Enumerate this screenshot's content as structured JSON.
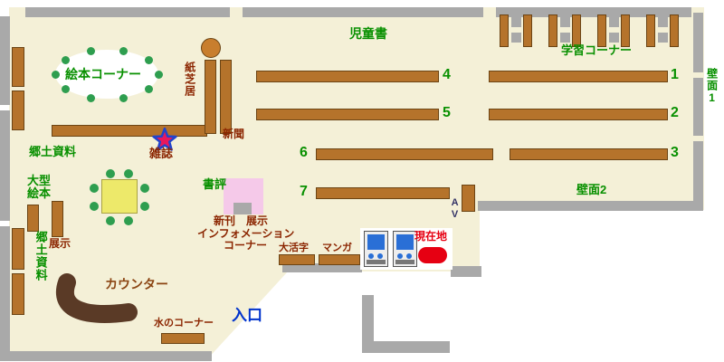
{
  "map": {
    "areas": {
      "jidosho": "児童書",
      "gakushu_corner": "学習コーナー",
      "ehon_corner": "絵本コーナー",
      "kamishibai": "紙芝居",
      "shinbun": "新聞",
      "zasshi": "雑誌",
      "kyodo_shiryo_upper": "郷土資料",
      "ogata_ehon": "大型絵本",
      "tenji": "展示",
      "kyodo_shiryo_lower": "郷土資料",
      "shohyo": "書評",
      "shinkan_tenji": "新刊　展示",
      "information_line1": "インフォメーション",
      "information_line2": "コーナー",
      "daikatsuji": "大活字",
      "manga": "マンガ",
      "av": "AV",
      "counter": "カウンター",
      "mizu_corner": "水のコーナー",
      "entrance": "入口",
      "genzaichi": "現在地",
      "hekimen_1": "壁面1",
      "hekimen_2": "壁面2"
    },
    "shelf_numbers": {
      "n1": "1",
      "n2": "2",
      "n3": "3",
      "n4": "4",
      "n5": "5",
      "n6": "6",
      "n7": "7"
    },
    "colors": {
      "floor": "#F4F0D7",
      "wall": "#A9A9A9",
      "shelf": "#B5732B",
      "counter": "#5A3A26",
      "area_label_green": "#089000",
      "item_label_maroon": "#8B2500",
      "entrance_blue": "#0033CC",
      "current_location_red": "#E60012",
      "table_yellow": "#EDE96A",
      "chair_green": "#2E9E4F",
      "display_pink": "#F5C9E9",
      "star_fill": "#E8175D",
      "star_stroke": "#2244CC"
    }
  }
}
